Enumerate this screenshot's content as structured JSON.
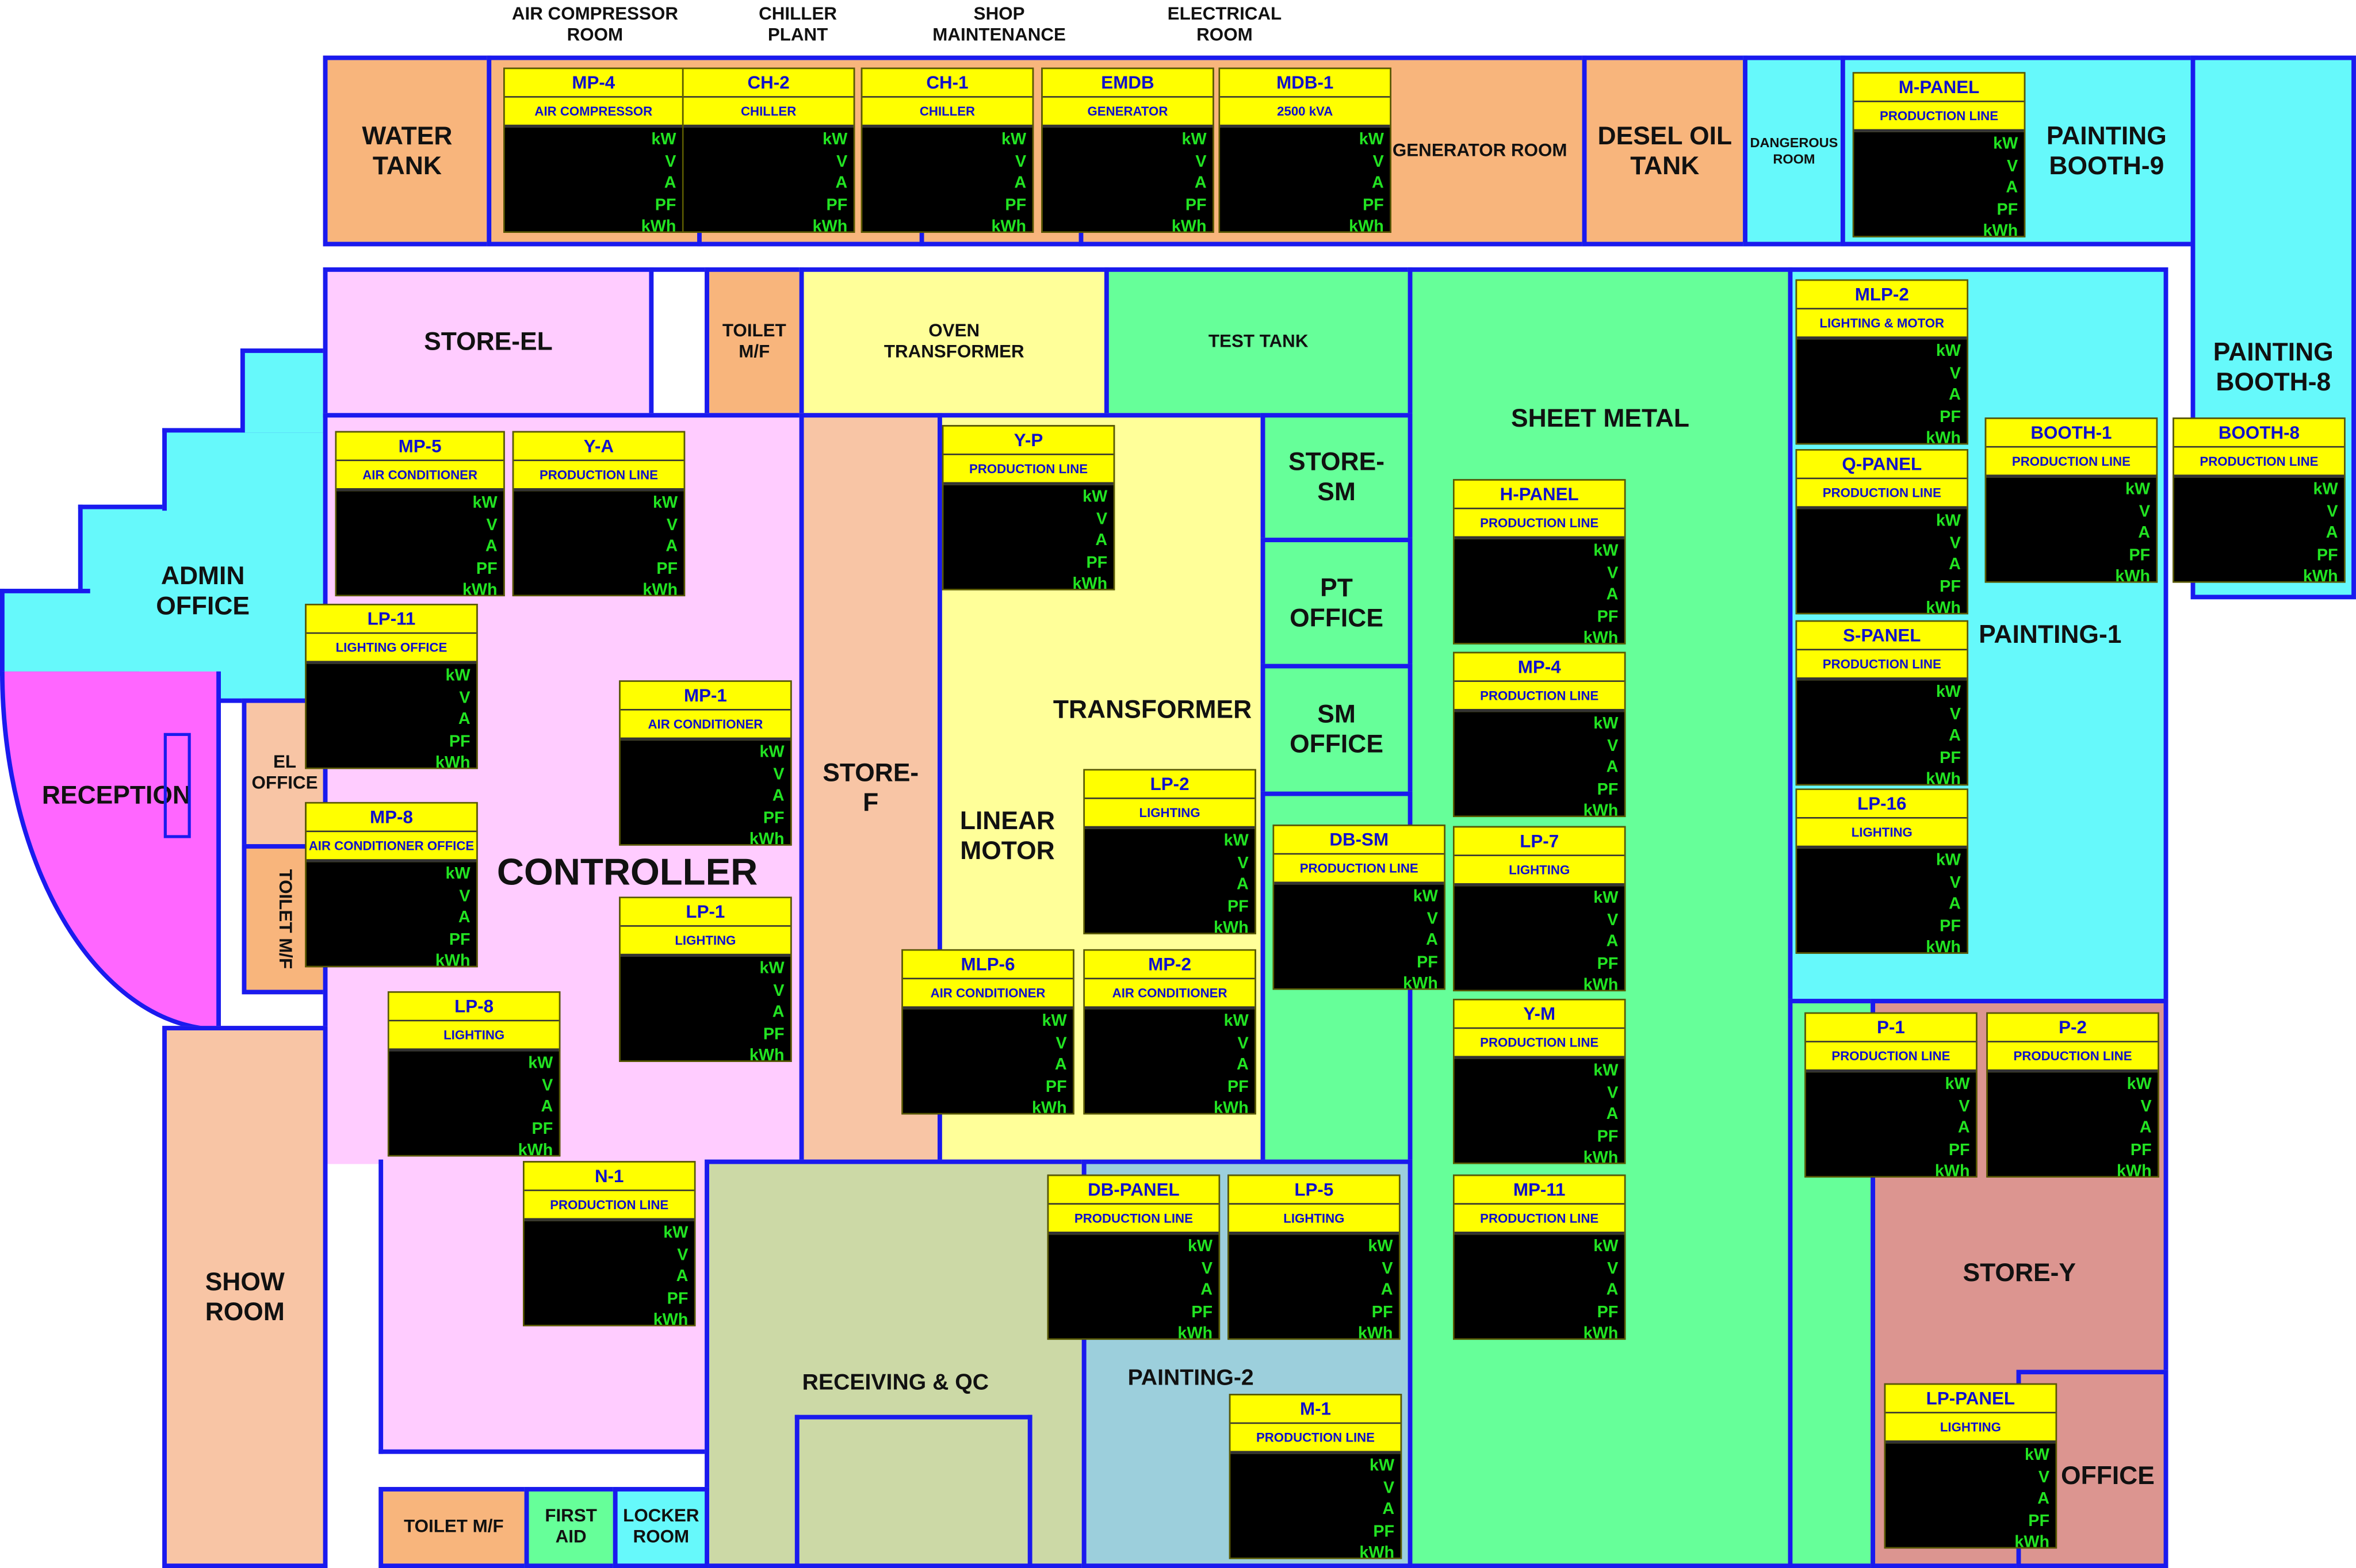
{
  "headers": {
    "air_compressor_room": "AIR COMPRESSOR\nROOM",
    "chiller_plant": "CHILLER\nPLANT",
    "shop_maintenance": "SHOP\nMAINTENANCE",
    "electrical_room": "ELECTRICAL\nROOM"
  },
  "rooms": {
    "water_tank": "WATER\nTANK",
    "generator_room": "GENERATOR ROOM",
    "desel_oil_tank": "DESEL OIL\nTANK",
    "dangerous_room": "DANGEROUS\nROOM",
    "painting_booth_9": "PAINTING\nBOOTH-9",
    "painting_booth_8": "PAINTING\nBOOTH-8",
    "store_el": "STORE-EL",
    "toilet_mf_top": "TOILET\nM/F",
    "oven_transformer": "OVEN\nTRANSFORMER",
    "test_tank": "TEST TANK",
    "sheet_metal": "SHEET METAL",
    "admin_office": "ADMIN\nOFFICE",
    "reception": "RECEPTION",
    "el_office": "EL\nOFFICE",
    "toilet_mf_side": "TOILET M/F",
    "controller": "CONTROLLER",
    "store_f": "STORE-\nF",
    "linear_motor": "LINEAR\nMOTOR",
    "transformer": "TRANSFORMER",
    "store_sm": "STORE-\nSM",
    "pt_office": "PT\nOFFICE",
    "sm_office": "SM\nOFFICE",
    "painting_1": "PAINTING-1",
    "store_y": "STORE-Y",
    "office": "OFFICE",
    "show_room": "SHOW\nROOM",
    "receiving_qc": "RECEIVING & QC",
    "painting_2": "PAINTING-2",
    "toilet_mf_bottom": "TOILET M/F",
    "first_aid": "FIRST\nAID",
    "locker_room": "LOCKER\nROOM"
  },
  "meter_units": [
    "kW",
    "V",
    "A",
    "PF",
    "kWh"
  ],
  "meters": [
    {
      "name": "MP-4",
      "type": "AIR COMPRESSOR"
    },
    {
      "name": "CH-2",
      "type": "CHILLER"
    },
    {
      "name": "CH-1",
      "type": "CHILLER"
    },
    {
      "name": "EMDB",
      "type": "GENERATOR"
    },
    {
      "name": "MDB-1",
      "type": "2500 kVA"
    },
    {
      "name": "M-PANEL",
      "type": "PRODUCTION LINE"
    },
    {
      "name": "MP-5",
      "type": "AIR CONDITIONER"
    },
    {
      "name": "Y-A",
      "type": "PRODUCTION LINE"
    },
    {
      "name": "LP-11",
      "type": "LIGHTING OFFICE"
    },
    {
      "name": "MP-1",
      "type": "AIR CONDITIONER"
    },
    {
      "name": "MP-8",
      "type": "AIR CONDITIONER OFFICE"
    },
    {
      "name": "LP-1",
      "type": "LIGHTING"
    },
    {
      "name": "LP-8",
      "type": "LIGHTING"
    },
    {
      "name": "N-1",
      "type": "PRODUCTION LINE"
    },
    {
      "name": "Y-P",
      "type": "PRODUCTION LINE"
    },
    {
      "name": "LP-2",
      "type": "LIGHTING"
    },
    {
      "name": "MLP-6",
      "type": "AIR CONDITIONER"
    },
    {
      "name": "MP-2",
      "type": "AIR CONDITIONER"
    },
    {
      "name": "DB-PANEL",
      "type": "PRODUCTION LINE"
    },
    {
      "name": "LP-5",
      "type": "LIGHTING"
    },
    {
      "name": "M-1",
      "type": "PRODUCTION LINE"
    },
    {
      "name": "DB-SM",
      "type": "PRODUCTION LINE"
    },
    {
      "name": "H-PANEL",
      "type": "PRODUCTION LINE"
    },
    {
      "name": "MP-4",
      "type": "PRODUCTION LINE"
    },
    {
      "name": "LP-7",
      "type": "LIGHTING"
    },
    {
      "name": "Y-M",
      "type": "PRODUCTION LINE"
    },
    {
      "name": "MP-11",
      "type": "PRODUCTION LINE"
    },
    {
      "name": "MLP-2",
      "type": "LIGHTING & MOTOR"
    },
    {
      "name": "Q-PANEL",
      "type": "PRODUCTION LINE"
    },
    {
      "name": "S-PANEL",
      "type": "PRODUCTION LINE"
    },
    {
      "name": "LP-16",
      "type": "LIGHTING"
    },
    {
      "name": "BOOTH-1",
      "type": "PRODUCTION LINE"
    },
    {
      "name": "BOOTH-8",
      "type": "PRODUCTION LINE"
    },
    {
      "name": "P-1",
      "type": "PRODUCTION LINE"
    },
    {
      "name": "P-2",
      "type": "PRODUCTION LINE"
    },
    {
      "name": "LP-PANEL",
      "type": "LIGHTING"
    }
  ],
  "colors": {
    "wall": "#1a1aee",
    "orange": "#f8b57c",
    "cyan": "#66f9fb",
    "pink": "#ffccff",
    "yellow": "#ffff99",
    "green": "#66ff99",
    "peach": "#f8c5a5",
    "magenta": "#ff66ff",
    "olive": "#ccd9a6",
    "blue_grey": "#9ccfdc",
    "rose": "#dc9590",
    "meter_header": "#ffff00",
    "meter_text": "#1010cc",
    "meter_values": "#22e322"
  }
}
